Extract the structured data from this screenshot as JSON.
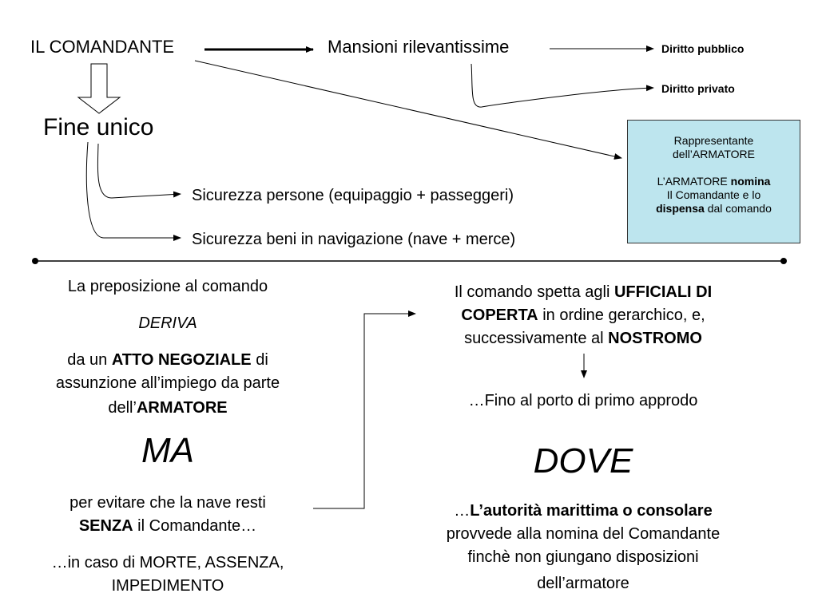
{
  "colors": {
    "box_fill": "#bde5ee",
    "ink": "#000000",
    "divider": "#000000"
  },
  "top": {
    "comandante": "IL COMANDANTE",
    "mansioni": "Mansioni rilevantissime",
    "diritto_pubblico": "Diritto pubblico",
    "diritto_privato": "Diritto privato",
    "fine_unico": "Fine unico",
    "sicurezza_persone": "Sicurezza persone (equipaggio + passeggeri)",
    "sicurezza_beni": "Sicurezza beni in navigazione (nave + merce)"
  },
  "box": {
    "line1": "Rappresentante",
    "line2": "dell’ARMATORE",
    "line3_a": "L’ARMATORE ",
    "line3_b": "nomina",
    "line4": "Il Comandante e lo",
    "line5_a": "dispensa",
    "line5_b": " dal comando"
  },
  "left": {
    "preposizione": "La preposizione al comando",
    "deriva": "DERIVA",
    "atto_a": "da un ",
    "atto_b": "ATTO NEGOZIALE",
    "atto_c": " di",
    "assunzione": "assunzione all’impiego da parte",
    "armatore_a": "dell’",
    "armatore_b": "ARMATORE",
    "ma": "MA",
    "evitare": "per evitare che la nave resti",
    "senza_a": "SENZA",
    "senza_b": " il Comandante…",
    "caso": "…in caso di MORTE, ASSENZA,",
    "impedimento": "IMPEDIMENTO"
  },
  "right": {
    "spetta_a": "Il comando spetta agli ",
    "spetta_b": "UFFICIALI DI",
    "coperta_a": "COPERTA",
    "coperta_b": " in ordine gerarchico, e,",
    "succ_a": "successivamente al ",
    "succ_b": "NOSTROMO",
    "fino": "…Fino al porto di primo approdo",
    "dove": "DOVE",
    "aut_a": "…",
    "aut_b": "L’autorità marittima o consolare",
    "provvede": "provvede alla nomina del Comandante",
    "finche": "finchè non giungano disposizioni",
    "armatore": "dell’armatore"
  }
}
